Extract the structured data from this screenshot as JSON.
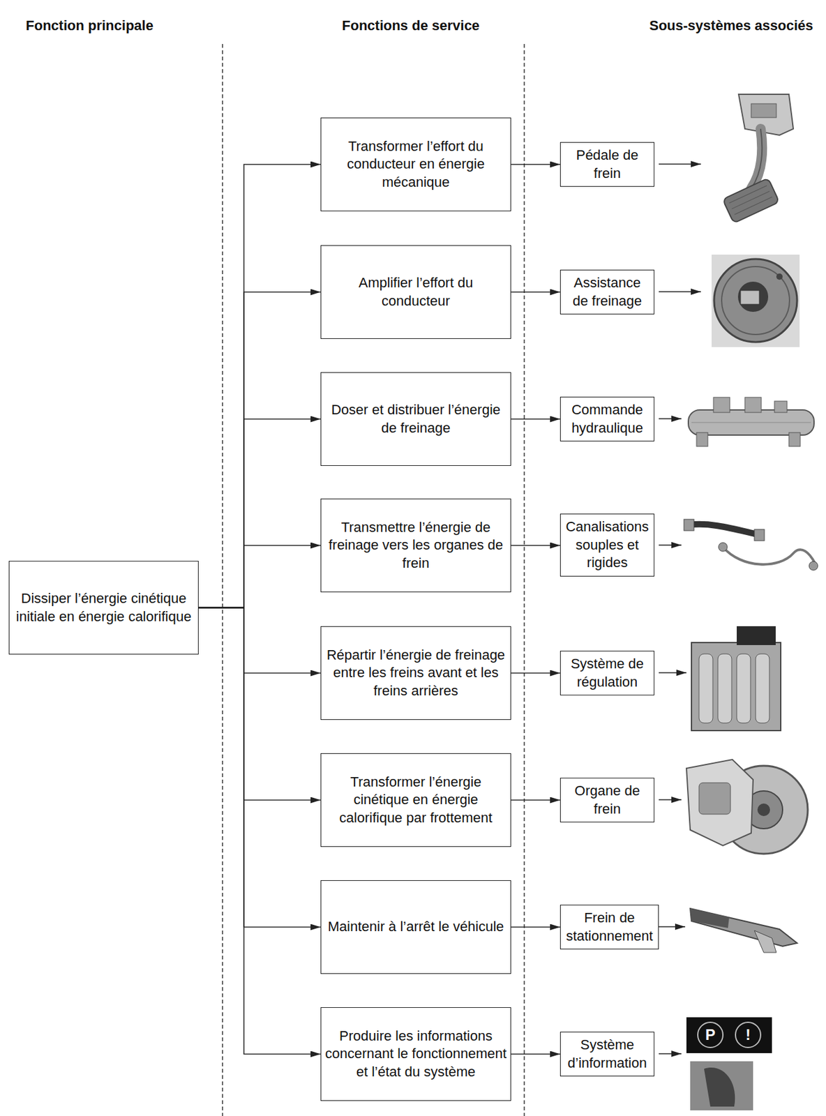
{
  "diagram": {
    "nodes": [
      {
        "text": [
          "Dissiper l’énergie cinétique initiale en énergie calorifique"
        ]
      },
      {
        "text": [
          "Transformer l’effort du conducteur en énergie mécanique"
        ]
      },
      {
        "text": [
          "Pédale de frein"
        ]
      },
      {
        "text": [
          "Amplifier l’effort du conducteur"
        ]
      },
      {
        "text": [
          "Assistance de freinage"
        ]
      },
      {
        "text": [
          "Doser et distribuer l’énergie de freinage"
        ]
      },
      {
        "text": [
          "Commande hydraulique"
        ]
      },
      {
        "text": [
          "Transmettre l’énergie de freinage vers les organes de frein"
        ]
      },
      {
        "text": [
          "Canalisations souples et rigides"
        ]
      },
      {
        "text": [
          "Répartir l’énergie de freinage entre les freins avant et les freins arrières"
        ]
      },
      {
        "text": [
          "Système de régulation"
        ]
      },
      {
        "text": [
          "Transformer l’énergie cinétique en énergie calorifique par frottement"
        ]
      },
      {
        "text": [
          "Organe de frein"
        ]
      },
      {
        "text": [
          "Maintenir à l’arrêt le véhicule"
        ]
      },
      {
        "text": [
          "Frein de stationnement"
        ]
      },
      {
        "text": [
          "Produire les informations concernant le fonctionnement et l’état du système"
        ]
      },
      {
        "text": [
          "Système d’information"
        ]
      }
    ],
    "edges": [
      {
        "from": 0,
        "to": 1,
        "arrow": "to"
      },
      {
        "from": 0,
        "to": 3,
        "arrow": "to"
      },
      {
        "from": 0,
        "to": 5,
        "arrow": "to"
      },
      {
        "from": 0,
        "to": 7,
        "arrow": "to"
      },
      {
        "from": 0,
        "to": 9,
        "arrow": "to"
      },
      {
        "from": 0,
        "to": 11,
        "arrow": "to"
      },
      {
        "from": 0,
        "to": 13,
        "arrow": "to"
      },
      {
        "from": 0,
        "to": 15,
        "arrow": "to"
      },
      {
        "from": 1,
        "to": 2,
        "arrow": "to"
      },
      {
        "from": 3,
        "to": 4,
        "arrow": "to"
      },
      {
        "from": 5,
        "to": 6,
        "arrow": "to"
      },
      {
        "from": 7,
        "to": 8,
        "arrow": "to"
      },
      {
        "from": 9,
        "to": 10,
        "arrow": "to"
      },
      {
        "from": 11,
        "to": 12,
        "arrow": "to"
      },
      {
        "from": 13,
        "to": 14,
        "arrow": "to"
      },
      {
        "from": 15,
        "to": 16,
        "arrow": "to"
      }
    ],
    "labels": [
      "Fonction principale",
      "Fonctions de service",
      "Sous-systèmes associés",
      "P",
      "!"
    ]
  }
}
